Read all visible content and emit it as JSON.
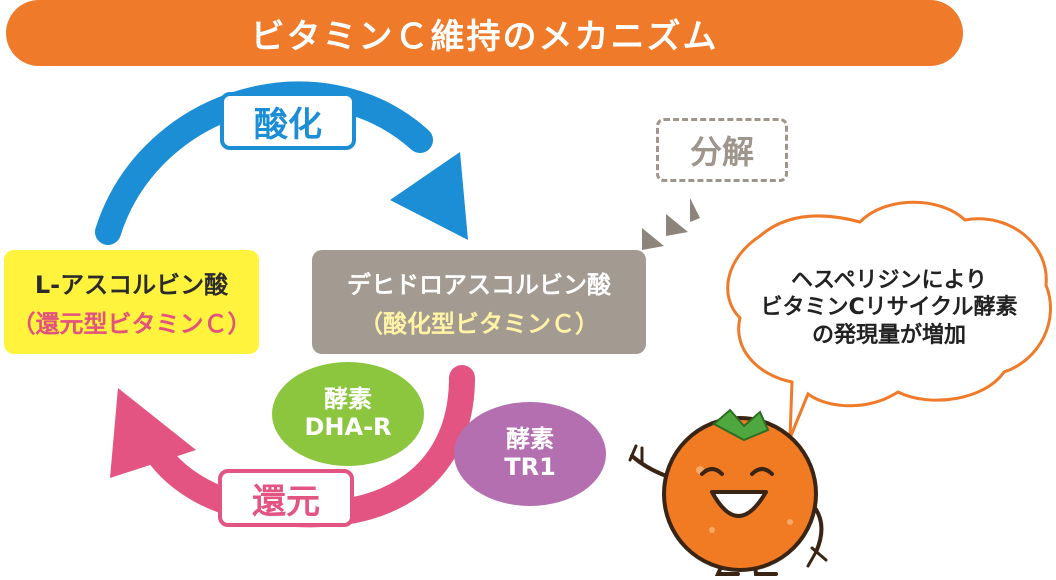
{
  "title": "ビタミンＣ維持のメカニズム",
  "reduced": {
    "line1": "L-アスコルビン酸",
    "line2": "（還元型ビタミンＣ）"
  },
  "oxidized": {
    "line1": "デヒドロアスコルビン酸",
    "line2": "（酸化型ビタミンＣ）"
  },
  "labels": {
    "oxidation": "酸化",
    "reduction": "還元",
    "decomposition": "分解"
  },
  "enzymes": [
    {
      "line1": "酵素",
      "line2": "DHA-R"
    },
    {
      "line1": "酵素",
      "line2": "TR1"
    }
  ],
  "speech": {
    "line1": "ヘスペリジンにより",
    "line2": "ビタミンCリサイクル酵素",
    "line3": "の発現量が増加"
  },
  "colors": {
    "title": "#ef7a2a",
    "oxidation": "#1b8ed5",
    "reduction": "#e45483",
    "reduced_box": "#fff33d",
    "oxidized_box": "#a39b91",
    "dhar": "#8cc63f",
    "tr1": "#b46fb0",
    "mascot": "#f07b22"
  },
  "icons": [
    "oxidation-arrow-icon",
    "reduction-arrow-icon",
    "decomposition-chevron-icon",
    "speech-bubble-icon",
    "orange-mascot-icon"
  ]
}
